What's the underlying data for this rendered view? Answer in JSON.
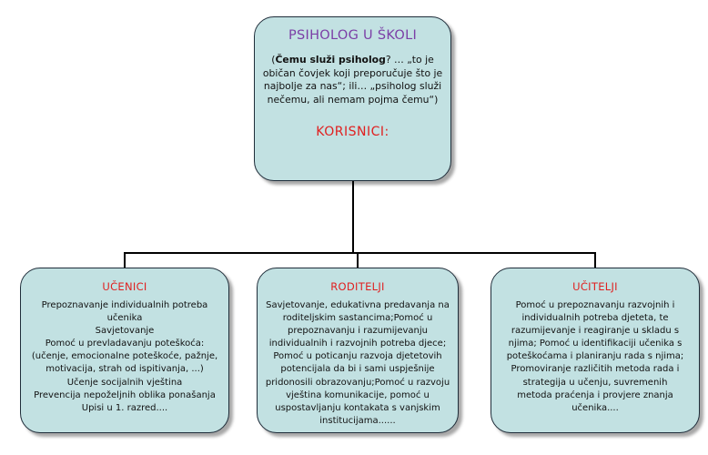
{
  "top": {
    "title": "PSIHOLOG U ŠKOLI",
    "desc_open": "(",
    "desc_bold": "Čemu služi psiholog",
    "desc_rest": "? … „to je običan čovjek koji preporučuje što je najbolje za nas“; ili… „psiholog služi nečemu, ali nemam pojma čemu“)",
    "korisnici": "KORISNICI:"
  },
  "cards": [
    {
      "title": "UČENICI",
      "lines": [
        "Prepoznavanje individualnih potreba",
        "učenika",
        "Savjetovanje",
        "Pomoć u prevladavanju poteškoća:",
        "(učenje, emocionalne poteškoće, pažnje,",
        "motivacija, strah od ispitivanja, ...)",
        "Učenje socijalnih vještina",
        "Prevencija nepoželjnih oblika ponašanja",
        "Upisi u 1. razred...."
      ]
    },
    {
      "title": "RODITELJI",
      "lines": [
        "Savjetovanje, edukativna predavanja na",
        "roditeljskim sastancima;Pomoć u",
        "prepoznavanju i razumijevanju",
        "individualnih i razvojnih potreba djece;",
        "Pomoć u poticanju razvoja djetetovih",
        "potencijala da bi i sami uspješnije",
        "pridonosili obrazovanju;Pomoć u razvoju",
        "vještina komunikacije, pomoć u",
        "uspostavljanju kontakata s vanjskim",
        "institucijama......"
      ]
    },
    {
      "title": "UČITELJI",
      "lines": [
        "Pomoć u prepoznavanju razvojnih i",
        "individualnih potreba djeteta, te",
        "razumijevanje i reagiranje u skladu s",
        "njima; Pomoć u identifikaciji učenika s",
        "poteškoćama i planiranju rada s njima;",
        "Promoviranje različitih metoda rada i",
        "strategija u učenju, suvremenih",
        "metoda praćenja i provjere znanja",
        "učenika...."
      ]
    }
  ]
}
